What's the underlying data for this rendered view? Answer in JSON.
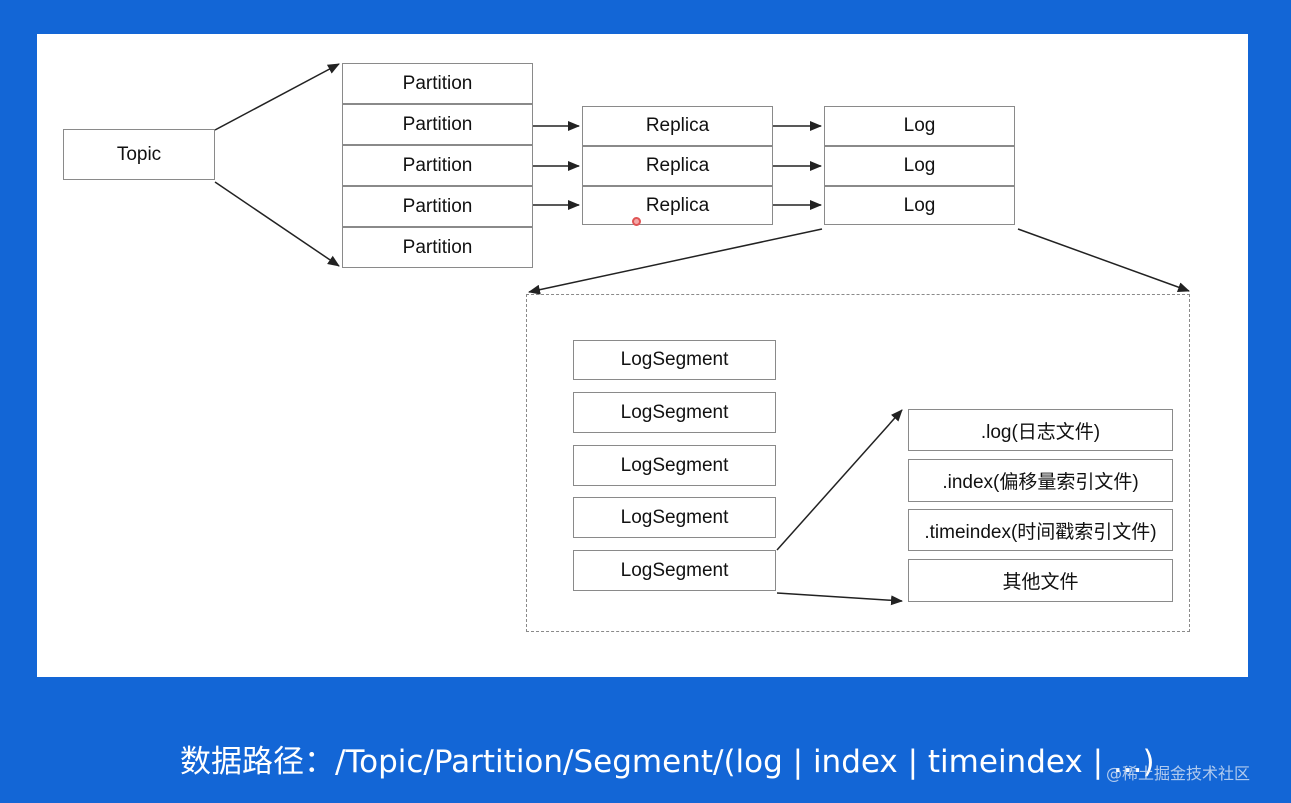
{
  "diagram": {
    "topic": "Topic",
    "partitions": [
      "Partition",
      "Partition",
      "Partition",
      "Partition",
      "Partition"
    ],
    "replicas": [
      "Replica",
      "Replica",
      "Replica"
    ],
    "logs": [
      "Log",
      "Log",
      "Log"
    ],
    "log_segments": [
      "LogSegment",
      "LogSegment",
      "LogSegment",
      "LogSegment",
      "LogSegment"
    ],
    "segment_files": [
      ".log(日志文件)",
      ".index(偏移量索引文件)",
      ".timeindex(时间戳索引文件)",
      "其他文件"
    ]
  },
  "caption": "数据路径：/Topic/Partition/Segment/(log | index | timeindex | ...)",
  "watermark": "@稀土掘金技术社区",
  "colors": {
    "background": "#1366d6",
    "canvas": "#ffffff",
    "box_border": "#8a8a8a",
    "arrow": "#222222"
  }
}
